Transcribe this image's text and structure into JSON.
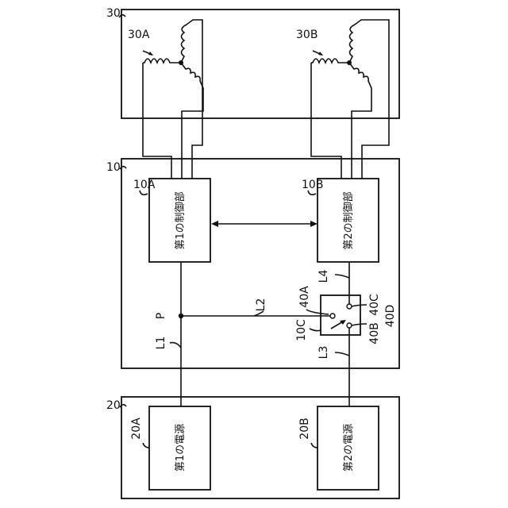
{
  "labels": {
    "motor_unit": "30",
    "motor_a": "30A",
    "motor_b": "30B",
    "controller_unit": "10",
    "ctrl_a_ref": "10A",
    "ctrl_b_ref": "10B",
    "ctrl_a_text": "第1の制御部",
    "ctrl_b_text": "第2の制御部",
    "switch_ref": "10C",
    "switch_a": "40A",
    "switch_b": "40B",
    "switch_c": "40C",
    "switch_d": "40D",
    "line_l1": "L1",
    "line_l2": "L2",
    "line_l3": "L3",
    "line_l4": "L4",
    "node_p": "P",
    "power_unit": "20",
    "power_a_ref": "20A",
    "power_b_ref": "20B",
    "power_a_text": "第1の電源",
    "power_b_text": "第2の電源"
  },
  "colors": {
    "line": "#111111",
    "background": "#ffffff"
  }
}
